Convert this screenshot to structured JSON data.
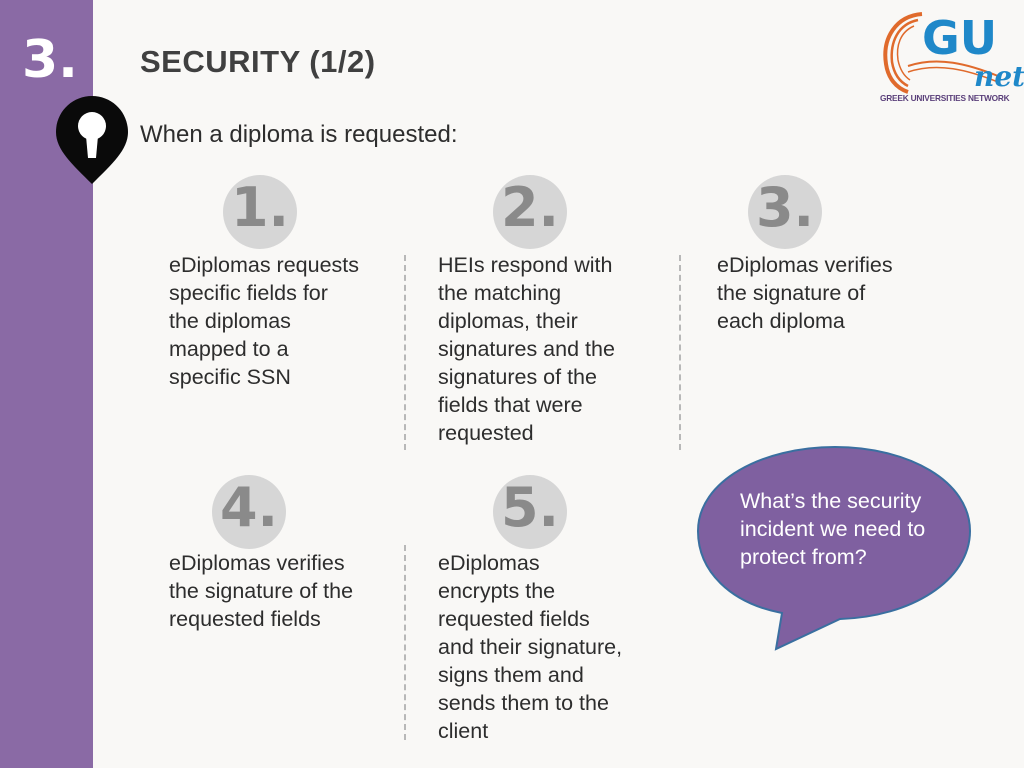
{
  "sidebar": {
    "section_number": "3."
  },
  "header": {
    "title": "SECURITY (1/2)",
    "subtitle": "When a diploma is requested:"
  },
  "logo": {
    "main": "GU",
    "secondary": "net",
    "tagline": "GREEK UNIVERSITIES NETWORK"
  },
  "steps": [
    {
      "number": "1.",
      "lines": [
        "eDiplomas requests",
        "specific fields for",
        "the diplomas",
        "mapped to a",
        "specific SSN"
      ]
    },
    {
      "number": "2.",
      "lines": [
        "HEIs respond with",
        "the matching",
        "diplomas, their",
        "signatures and the",
        "signatures of the",
        "fields that were",
        "requested"
      ]
    },
    {
      "number": "3.",
      "lines": [
        "eDiplomas verifies",
        "the signature of",
        "each diploma"
      ]
    },
    {
      "number": "4.",
      "lines": [
        "eDiplomas verifies",
        "the signature of the",
        "requested fields"
      ]
    },
    {
      "number": "5.",
      "lines": [
        "eDiplomas",
        "encrypts the",
        "requested fields",
        "and their signature,",
        "signs them and",
        "sends them to the",
        "client"
      ]
    }
  ],
  "callout": {
    "lines": [
      "What’s the security",
      "incident we need to",
      "protect from?"
    ]
  },
  "colors": {
    "sidebar": "#8a6aa5",
    "badge": "#d6d6d6",
    "badge_text": "#8a8a8a",
    "bubble": "#7f60a0",
    "logo_blue": "#1f88c9",
    "logo_orange": "#e06a2c"
  }
}
